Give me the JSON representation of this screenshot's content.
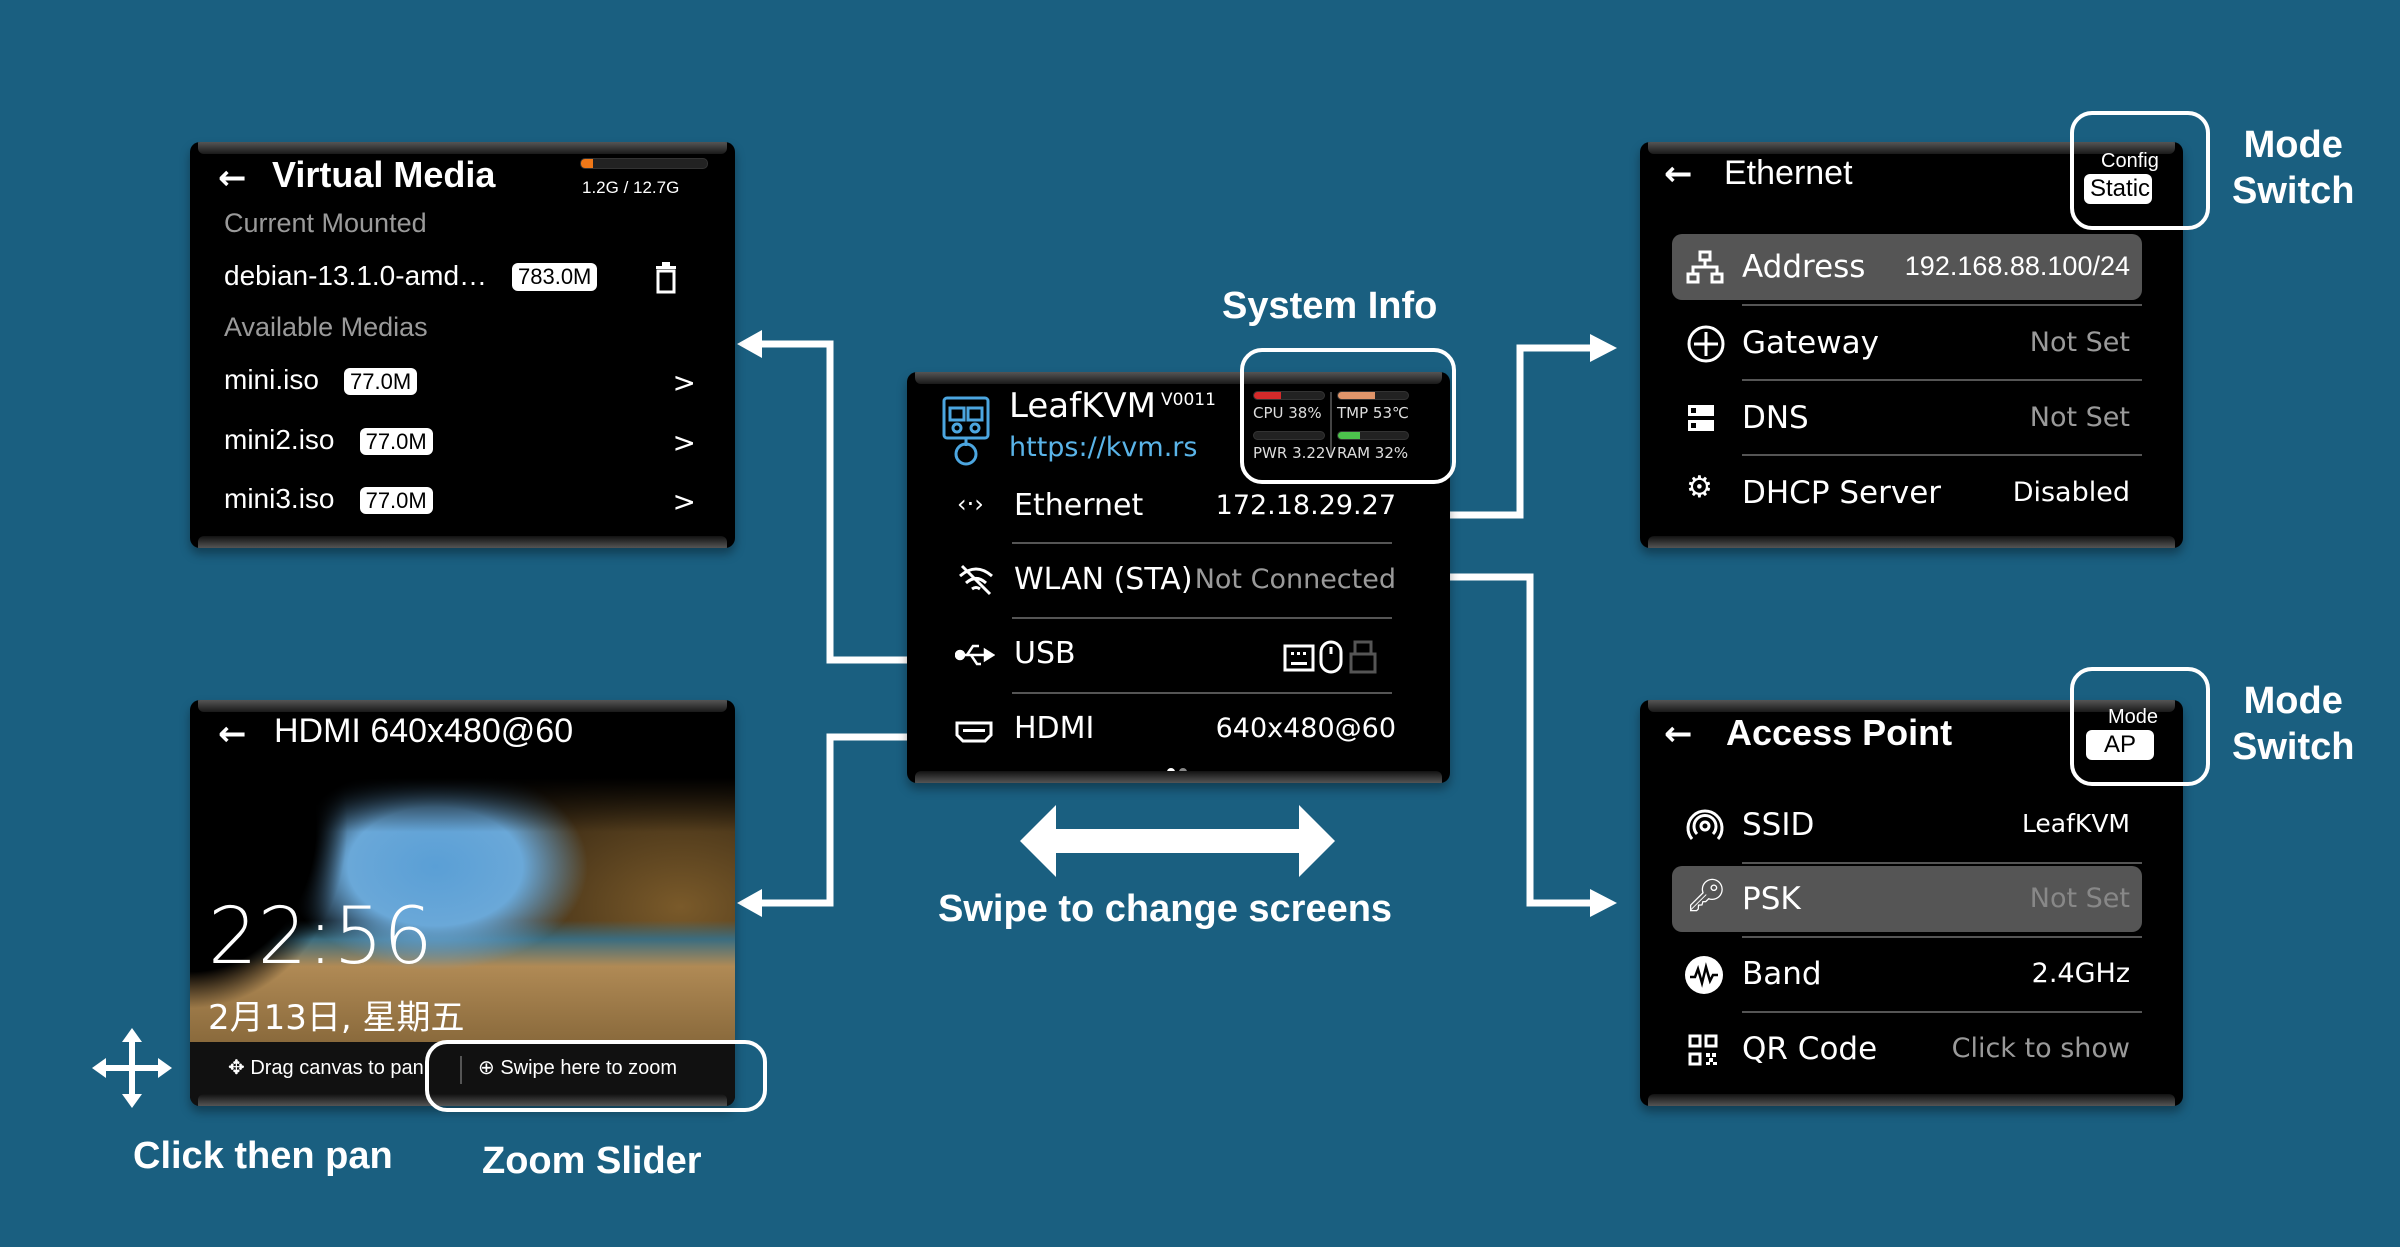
{
  "annotations": {
    "system_info": "System Info",
    "mode_switch_1": "Mode\nSwitch",
    "mode_switch_2": "Mode\nSwitch",
    "swipe": "Swipe to change screens",
    "click_pan": "Click then pan",
    "zoom_slider": "Zoom Slider"
  },
  "colors": {
    "background": "#1a5f80",
    "accent_link": "#5ab4e8",
    "storage_bar": "#f07818",
    "cpu_bar": "#d42a2a",
    "tmp_bar": "#e0956a",
    "ram_bar": "#4cc24c"
  },
  "virtual_media": {
    "title": "Virtual Media",
    "storage_text": "1.2G / 12.7G",
    "storage_fraction": 0.094,
    "current_section": "Current Mounted",
    "current_file": "debian-13.1.0-amd…",
    "current_size": "783.0M",
    "available_section": "Available Medias",
    "items": [
      {
        "name": "mini.iso",
        "size": "77.0M",
        "chevron": ">"
      },
      {
        "name": "mini2.iso",
        "size": "77.0M",
        "chevron": ">"
      },
      {
        "name": "mini3.iso",
        "size": "77.0M",
        "chevron": ">"
      }
    ]
  },
  "hdmi_view": {
    "title": "HDMI 640x480@60",
    "clock": "22:56",
    "date": "2月13日, 星期五",
    "pan_hint": "Drag canvas to pan",
    "zoom_hint": "Swipe here to zoom"
  },
  "home": {
    "app_name": "LeafKVM",
    "version": "V0011",
    "url": "https://kvm.rs",
    "stats": {
      "cpu": {
        "label": "CPU 38%",
        "fraction": 0.38
      },
      "tmp": {
        "label": "TMP 53℃",
        "fraction": 0.53
      },
      "pwr": {
        "label": "PWR 3.22V",
        "fraction": 0.0
      },
      "ram": {
        "label": "RAM 32%",
        "fraction": 0.32
      }
    },
    "rows": [
      {
        "label": "Ethernet",
        "value": "172.18.29.27",
        "icon": "ethernet-icon"
      },
      {
        "label": "WLAN (STA)",
        "value": "Not Connected",
        "icon": "wifi-off-icon"
      },
      {
        "label": "USB",
        "value": "",
        "icon": "usb-icon"
      },
      {
        "label": "HDMI",
        "value": "640x480@60",
        "icon": "hdmi-icon"
      }
    ],
    "page_index": 1,
    "page_count": 2
  },
  "ethernet": {
    "title": "Ethernet",
    "mode_label": "Config",
    "mode_value": "Static",
    "rows": [
      {
        "label": "Address",
        "value": "192.168.88.100/24",
        "icon": "network-icon"
      },
      {
        "label": "Gateway",
        "value": "Not Set",
        "icon": "gateway-icon"
      },
      {
        "label": "DNS",
        "value": "Not Set",
        "icon": "dns-icon"
      },
      {
        "label": "DHCP Server",
        "value": "Disabled",
        "icon": "gears-icon"
      }
    ]
  },
  "access_point": {
    "title": "Access Point",
    "mode_label": "Mode",
    "mode_value": "AP",
    "rows": [
      {
        "label": "SSID",
        "value": "LeafKVM",
        "icon": "hotspot-icon"
      },
      {
        "label": "PSK",
        "value": "Not Set",
        "icon": "key-icon"
      },
      {
        "label": "Band",
        "value": "2.4GHz",
        "icon": "waveform-icon"
      },
      {
        "label": "QR Code",
        "value": "Click to show",
        "icon": "qr-icon"
      }
    ]
  }
}
